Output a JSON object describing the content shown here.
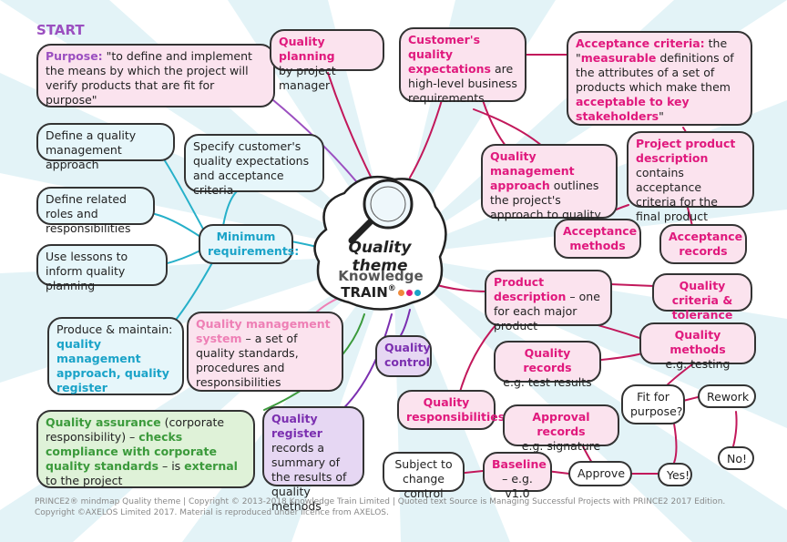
{
  "start_label": "START",
  "center": {
    "title": "Quality theme",
    "brand_line1": "Knowledge",
    "brand_line2": "TRAIN",
    "brand_mark": "®"
  },
  "purpose": {
    "label": "Purpose:",
    "text": " \"to define and implement the means by which the project will verify products that are fit for purpose\""
  },
  "min_req": {
    "label": "Minimum requirements:"
  },
  "min_items": [
    "Define a quality management approach",
    "Specify customer's quality expectations and acceptance criteria",
    "Define related roles and responsibilities",
    "Use lessons to inform quality planning"
  ],
  "produce": {
    "text": "Produce & maintain:",
    "highlight": "quality management approach, quality register"
  },
  "qms": {
    "label": "Quality management system",
    "text": " – a set of quality standards, procedures and responsibilities"
  },
  "qa": {
    "label": "Quality assurance",
    "text1": " (corporate responsibility) – ",
    "hl1": "checks compliance with corporate quality standards",
    "text2": " – is ",
    "hl2": "external",
    "text3": " to the project"
  },
  "qreg": {
    "label": "Quality register",
    "text": " records a summary of the results of quality methods"
  },
  "qcontrol": {
    "label": "Quality control"
  },
  "qplanning": {
    "label": "Quality planning",
    "text": "by project manager"
  },
  "cqe": {
    "label": "Customer's quality expectations",
    "text1": " are",
    "text2": " high-level business requirements"
  },
  "acc": {
    "label": "Acceptance criteria:",
    "text1": " the \"",
    "hl1": "measurable",
    "text2": " definitions of the attributes of a set of products which make them ",
    "hl2": "acceptable to key stakeholders",
    "text3": "\""
  },
  "qma": {
    "label": "Quality management approach",
    "text": " outlines the project's approach to quality"
  },
  "ppd": {
    "label": "Project product description",
    "text": " contains acceptance criteria for the final product"
  },
  "accm": {
    "label": "Acceptance methods"
  },
  "accr": {
    "label": "Acceptance records"
  },
  "pd": {
    "label": "Product description",
    "text": " – one for each major product"
  },
  "qct": {
    "label": "Quality criteria & tolerance"
  },
  "qrec": {
    "label": "Quality records",
    "text": "e.g. test results"
  },
  "qmeth": {
    "label": "Quality methods",
    "text": "e.g. testing"
  },
  "qresp": {
    "label": "Quality responsibilities"
  },
  "apprec": {
    "label": "Approval records",
    "text": "e.g. signature"
  },
  "fit": {
    "text": "Fit for purpose?"
  },
  "rework": {
    "text": "Rework"
  },
  "no": {
    "text": "No!"
  },
  "yes": {
    "text": "Yes!"
  },
  "approve": {
    "text": "Approve"
  },
  "baseline": {
    "label": "Baseline",
    "text": "– e.g. v1.0"
  },
  "subject": {
    "text": "Subject to change control"
  },
  "footer": "PRINCE2® mindmap Quality theme | Copyright © 2013-2018 Knowledge Train Limited | Quoted text Source is Managing Successful Projects with PRINCE2 2017 Edition. Copyright ©AXELOS Limited 2017. Material is reproduced under licence from AXELOS.",
  "colors": {
    "magenta": "#e0197d",
    "cyan": "#1aa3c8",
    "green": "#3b9a3b",
    "purple": "#7b2fb0",
    "pink_light": "#ee7fb5",
    "dot1": "#f08a3c",
    "dot2": "#e0197d",
    "dot3": "#1aa3c8"
  }
}
